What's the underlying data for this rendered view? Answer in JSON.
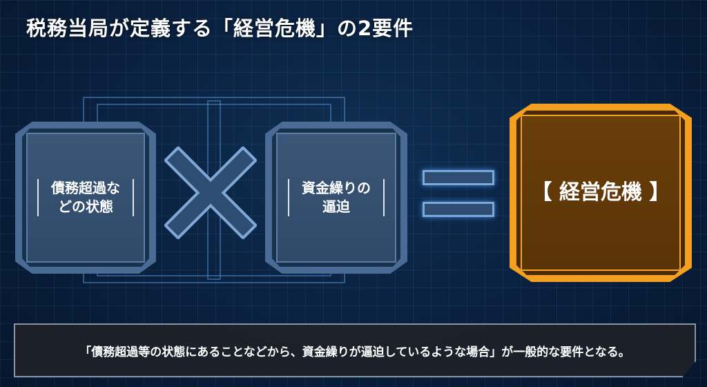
{
  "title": "税務当局が定義する「経営危機」の2要件",
  "box1": {
    "label": "債務超過などの状態"
  },
  "operator1": "×",
  "box2": {
    "label": "資金繰りの逼迫"
  },
  "operator2": "=",
  "result": {
    "label": "【 経営危機 】"
  },
  "footer": "「債務超過等の状態にあることなどから、資金繰りが逼迫しているような場合」が一般的な要件となる。",
  "colors": {
    "accent": "#f3a020",
    "box": "#4a6b93",
    "background": "#0a2140"
  }
}
